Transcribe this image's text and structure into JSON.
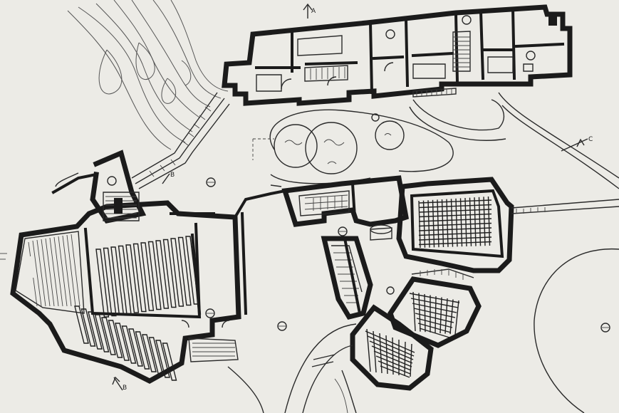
{
  "drawing": {
    "section_marks": [
      {
        "id": "A",
        "label": "A"
      },
      {
        "id": "B",
        "label": "B"
      },
      {
        "id": "C",
        "label": "C"
      }
    ],
    "colors": {
      "paper": "#ecebe6",
      "ink": "#1b1b1b",
      "site_line": "#555555"
    }
  }
}
